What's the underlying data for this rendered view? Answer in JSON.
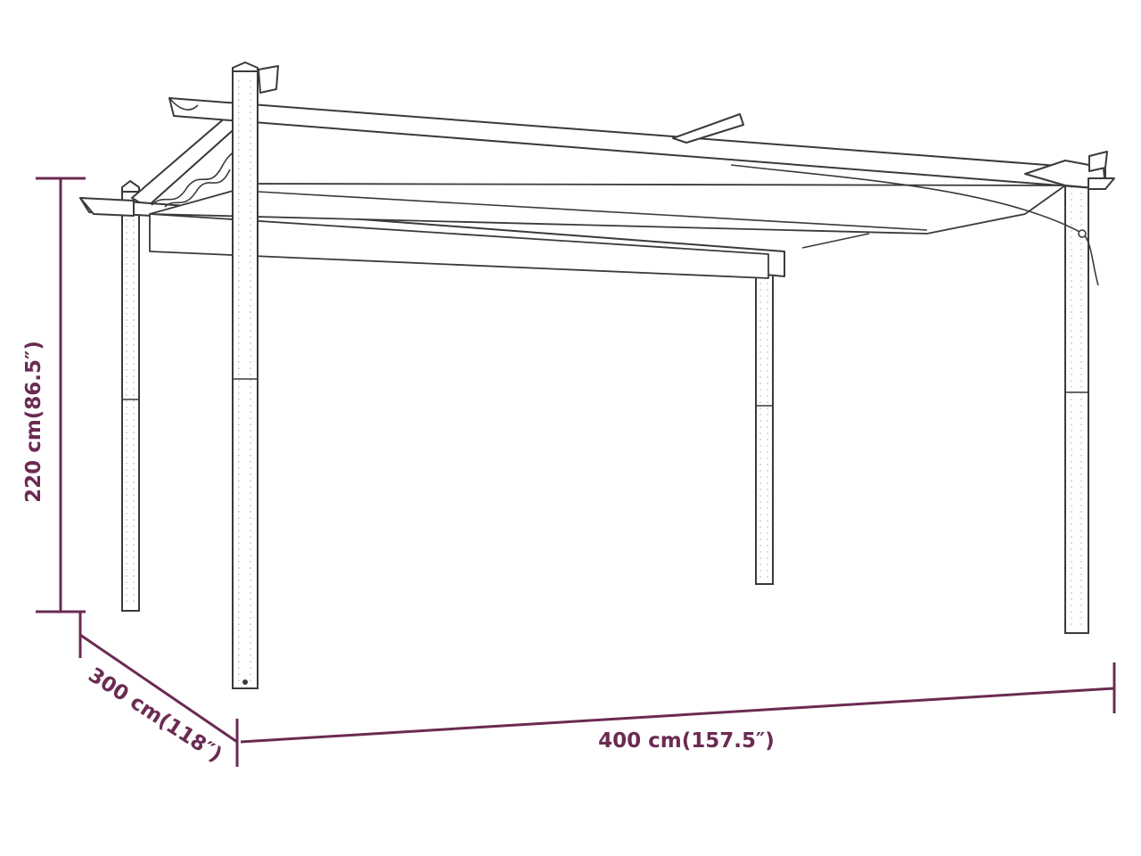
{
  "dimensions": {
    "height_label": "220 cm(86.5″)",
    "depth_label": "300 cm(118″)",
    "width_label": "400 cm(157.5″)"
  },
  "colors": {
    "dimension_line": "#6b2b53",
    "drawing_line": "#3a3a3a",
    "background": "#ffffff"
  }
}
